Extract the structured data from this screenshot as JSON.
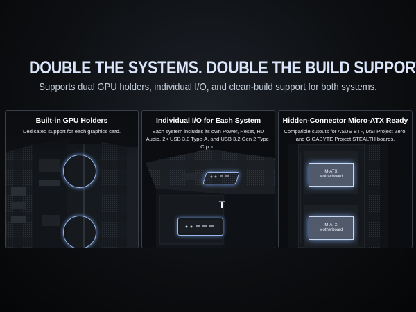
{
  "headline": "DOUBLE THE SYSTEMS. DOUBLE THE BUILD SUPPORT.",
  "subheadline": "Supports dual GPU holders, individual I/O, and clean-build support for both systems.",
  "panels": [
    {
      "title": "Built-in GPU Holders",
      "description": "Dedicated support for each graphics card."
    },
    {
      "title": "Individual I/O for Each System",
      "description": "Each system includes its own Power, Reset, HD Audio, 2× USB 3.0 Type-A, and USB 3.2 Gen 2 Type-C port."
    },
    {
      "title": "Hidden-Connector Micro-ATX Ready",
      "description": "Compatible cutouts for ASUS BTF, MSI Project Zero, and GIGABYTE Project STEALTH boards.",
      "labels": {
        "mb_top_line1": "M-ATX",
        "mb_top_line2": "Motherboard",
        "mb_bottom_line1": "M-ATX",
        "mb_bottom_line2": "Motherboard"
      }
    }
  ],
  "colors": {
    "accent": "#9ab8ea",
    "headline": "#dbe6fb"
  }
}
